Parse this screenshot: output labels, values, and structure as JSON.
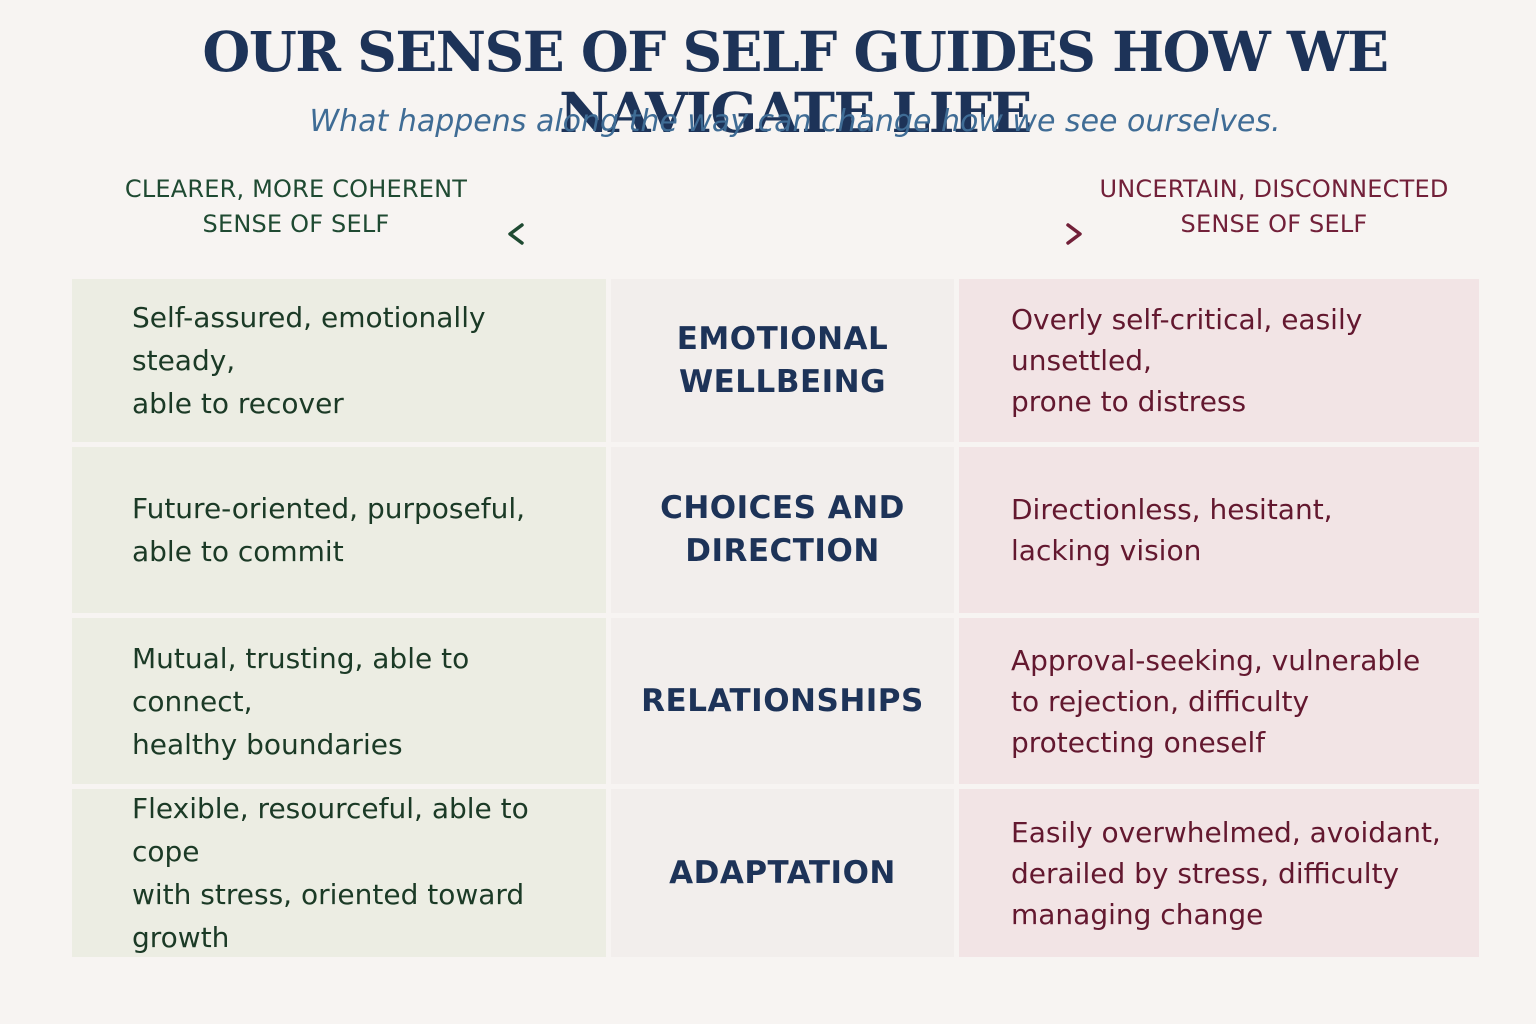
{
  "header": {
    "title": "OUR SENSE OF SELF GUIDES HOW WE NAVIGATE LIFE",
    "subtitle": "What happens along the way can change how we see ourselves."
  },
  "spectrum": {
    "left_label_line1": "CLEARER, MORE COHERENT",
    "left_label_line2": "SENSE OF SELF",
    "right_label_line1": "UNCERTAIN, DISCONNECTED",
    "right_label_line2": "SENSE OF SELF",
    "left_color": "#1f4a32",
    "right_color": "#722039"
  },
  "rows": [
    {
      "category_line1": "EMOTIONAL",
      "category_line2": "WELLBEING",
      "left_line1": "Self-assured, emotionally steady,",
      "left_line2": "able to recover",
      "right_line1": "Overly self-critical, easily unsettled,",
      "right_line2": "prone to distress",
      "right_line3": ""
    },
    {
      "category_line1": "CHOICES AND",
      "category_line2": "DIRECTION",
      "left_line1": "Future-oriented, purposeful,",
      "left_line2": "able to commit",
      "right_line1": "Directionless, hesitant,",
      "right_line2": "lacking vision",
      "right_line3": ""
    },
    {
      "category_line1": "RELATIONSHIPS",
      "category_line2": "",
      "left_line1": "Mutual, trusting, able to connect,",
      "left_line2": "healthy boundaries",
      "right_line1": "Approval-seeking, vulnerable",
      "right_line2": "to rejection, difficulty",
      "right_line3": "protecting oneself"
    },
    {
      "category_line1": "ADAPTATION",
      "category_line2": "",
      "left_line1": "Flexible, resourceful, able to cope",
      "left_line2": "with stress, oriented toward growth",
      "right_line1": "Easily overwhelmed, avoidant,",
      "right_line2": "derailed by stress, difficulty",
      "right_line3": "managing change"
    }
  ]
}
